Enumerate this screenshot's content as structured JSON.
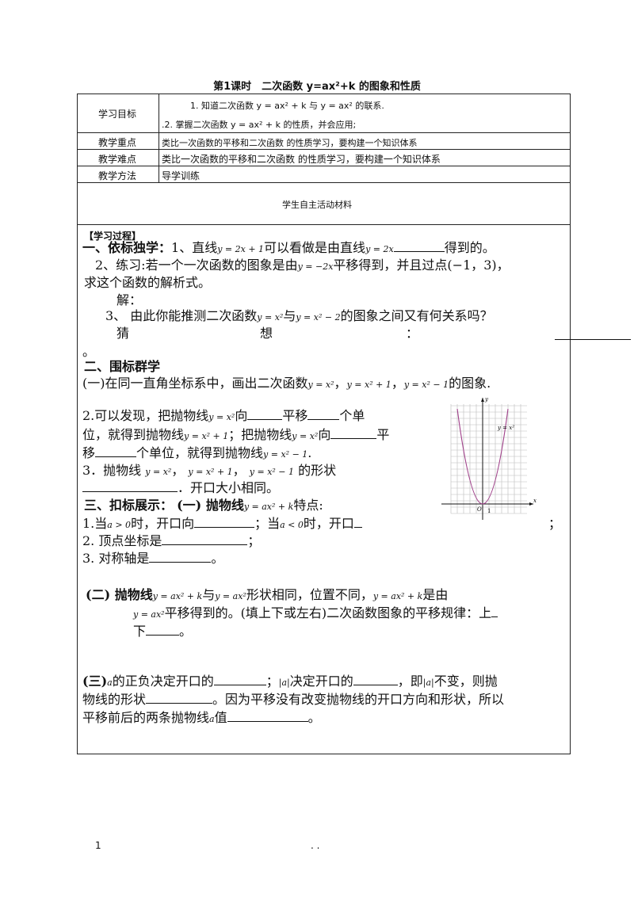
{
  "title": "第1课时　二次函数 y=ax²+k 的图象和性质",
  "table": {
    "rows": [
      {
        "label": "学习目标",
        "lines": [
          "1. 知道二次函数 y = ax² + k 与 y = ax² 的联系.",
          ".2. 掌握二次函数 y = ax² + k 的性质，并会应用;"
        ]
      },
      {
        "label": "教学重点",
        "content": "类比一次函数的平移和二次函数 的性质学习，要构建一个知识体系"
      },
      {
        "label": "教学难点",
        "content": "类比一次函数的平移和二次函数 的性质学习，要构建一个知识体系"
      },
      {
        "label": "教学方法",
        "content": "导学训练"
      }
    ],
    "materials": "学生自主活动材料"
  },
  "process": {
    "header": "【学习过程】",
    "s1_title": "一、依标独学：",
    "s1_q1a": "1、直线",
    "s1_q1_eq1": "y = 2x + 1",
    "s1_q1b": "可以看做是由直线",
    "s1_q1_eq2": "y = 2x",
    "s1_q1c": "得到的。",
    "s1_q2a": "2、练习:若一个一次函数的图象是由",
    "s1_q2_eq": "y = −2x",
    "s1_q2b": "平移得到，并且过点(−1，3)，",
    "s1_q2c": "求这个函数的解析式。",
    "s1_solve": "解：",
    "s1_q3a": "3、 由此你能推测二次函数",
    "s1_q3_eq1": "y = x²",
    "s1_q3b": "与",
    "s1_q3_eq2": "y = x² − 2",
    "s1_q3c": "的图象之间又有何关系吗？",
    "s1_guess1": "猜",
    "s1_guess2": "想",
    "s1_guess3": "：",
    "s1_dot": "。",
    "s2_title": "二、围标群学",
    "s2_1a": "(一)在同一直角坐标系中，画出二次函数",
    "s2_1_eq1": "y = x²",
    "s2_1_eq2": "y = x² + 1",
    "s2_1_eq3": "y = x² − 1",
    "s2_1b": "的图象.",
    "s2_2a": "2.可以发现，把抛物线",
    "s2_2_eq1": "y = x²",
    "s2_2b": "向",
    "s2_2c": "平移",
    "s2_2d": "个单",
    "s2_2e": "位，就得到抛物线",
    "s2_2_eq2": "y = x² + 1",
    "s2_2f": "；把抛物线",
    "s2_2_eq3": "y = x²",
    "s2_2g": "向",
    "s2_2h": "平",
    "s2_2i": "移",
    "s2_2j": "个单位，就得到抛物线",
    "s2_2_eq4": "y = x² − 1",
    "s2_3a": "3．抛物线",
    "s2_3_eq1": "y = x²",
    "s2_3_eq2": "y = x² + 1",
    "s2_3_eq3": "y = x² − 1",
    "s2_3b": "的形状",
    "s2_3c": "．开口大小相同。",
    "s3_title": "三、扣标展示：",
    "s3_sub1": "(一) 抛物线",
    "s3_sub1_eq": "y = ax² + k",
    "s3_sub1b": "特点:",
    "s3_p1a": "1.当",
    "s3_p1_eq1": "a > 0",
    "s3_p1b": "时，开口向",
    "s3_p1c": "；当",
    "s3_p1_eq2": "a < 0",
    "s3_p1d": "时，开口",
    "s3_p1e": "；",
    "s3_p2": "2. 顶点坐标是",
    "s3_p2b": "；",
    "s3_p3": "3. 对称轴是",
    "s3_p3b": "。",
    "s3_two_a": "(二) 抛物线",
    "s3_two_eq1": "y = ax² + k",
    "s3_two_b": "与",
    "s3_two_eq2": "y = ax²",
    "s3_two_c": "形状相同，位置不同，",
    "s3_two_eq3": "y = ax² + k",
    "s3_two_d": "是由",
    "s3_two_eq4": "y = ax²",
    "s3_two_e": "平移得到的。(填上下或左右)二次函数图象的平移规律：上",
    "s3_two_f": "下",
    "s3_two_g": "。",
    "s3_three_a": "(三)",
    "s3_three_a_eq": "a",
    "s3_three_b": "的正负决定开口的",
    "s3_three_c": "；",
    "s3_three_eq2": "|a|",
    "s3_three_d": "决定开口的",
    "s3_three_e": "，即",
    "s3_three_eq3": "|a|",
    "s3_three_f": "不变，则抛",
    "s3_three_g": "物线的形状",
    "s3_three_h": "。因为平移没有改变抛物线的开口方向和形状，所以",
    "s3_three_i": "平移前后的两条抛物线",
    "s3_three_eq4": "a",
    "s3_three_j": "值",
    "s3_three_k": "。"
  },
  "graph": {
    "curve_label": "y = x²",
    "y_axis": "y",
    "x_axis": "x",
    "origin": "O",
    "tick": "1"
  },
  "footer": {
    "page": "1",
    "dots": ". ."
  }
}
